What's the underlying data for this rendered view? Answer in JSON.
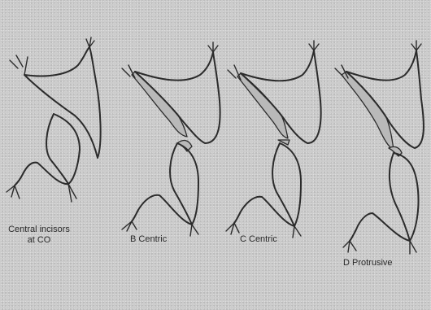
{
  "captions": {
    "a": "Central incisors\nat CO",
    "b": "B  Centric",
    "c": "C  Centric",
    "d": "D  Protrusive"
  },
  "colors": {
    "background": "#cbcbcb",
    "line": "#2b2b2b",
    "shading": "#b9b9b9"
  }
}
